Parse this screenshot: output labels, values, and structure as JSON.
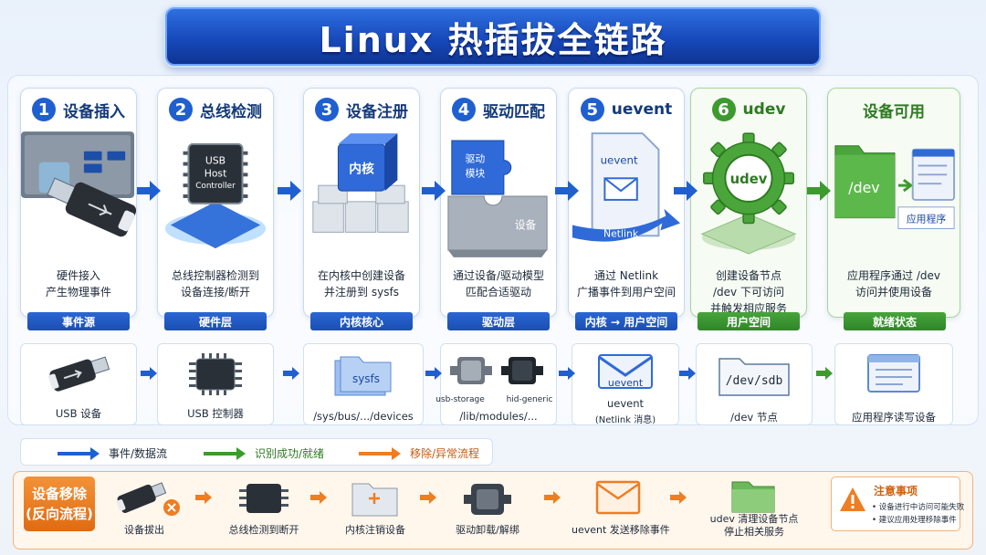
{
  "title": "Linux 热插拔全链路",
  "stages": [
    {
      "num": "1",
      "title": "设备插入",
      "desc": [
        "硬件接入",
        "产生物理事件"
      ],
      "tag": "事件源"
    },
    {
      "num": "2",
      "title": "总线检测",
      "desc": [
        "总线控制器检测到",
        "设备连接/断开"
      ],
      "tag": "硬件层",
      "chip": [
        "USB",
        "Host",
        "Controller"
      ]
    },
    {
      "num": "3",
      "title": "设备注册",
      "desc": [
        "在内核中创建设备",
        "并注册到 sysfs"
      ],
      "tag": "内核核心",
      "cube": "内核"
    },
    {
      "num": "4",
      "title": "驱动匹配",
      "desc": [
        "通过设备/驱动模型",
        "匹配合适驱动"
      ],
      "tag": "驱动层",
      "piece_a": "驱动\n模块",
      "piece_b": "设备"
    },
    {
      "num": "5",
      "title": "uevent",
      "desc": [
        "通过 Netlink",
        "广播事件到用户空间"
      ],
      "tag": "内核 → 用户空间",
      "env": "uevent",
      "arrow": "Netlink"
    },
    {
      "num": "6",
      "title": "udev",
      "desc": [
        "创建设备节点",
        "/dev 下可访问",
        "并触发相应服务"
      ],
      "tag": "用户空间",
      "gear": "udev"
    },
    {
      "num": "",
      "title": "设备可用",
      "desc": [
        "应用程序通过 /dev",
        "访问并使用设备"
      ],
      "tag": "就绪状态",
      "folder": "/dev",
      "app": "应用程序"
    }
  ],
  "components": [
    {
      "label": "USB 设备"
    },
    {
      "label": "USB 控制器"
    },
    {
      "label": "/sys/bus/.../devices",
      "folder": "sysfs"
    },
    {
      "label": "/lib/modules/...",
      "mod_a": "usb-storage",
      "mod_b": "hid-generic"
    },
    {
      "label": "uevent",
      "sub": "(Netlink 消息)",
      "env": "uevent"
    },
    {
      "label": "/dev 节点",
      "folder": "/dev/sdb"
    },
    {
      "label": "应用程序读写设备"
    }
  ],
  "legend": [
    {
      "label": "事件/数据流",
      "color": "#1f5fd0"
    },
    {
      "label": "识别成功/就绪",
      "color": "#3d9a2e"
    },
    {
      "label": "移除/异常流程",
      "color": "#ef7d22"
    }
  ],
  "removal": {
    "title_1": "设备移除",
    "title_2": "(反向流程)",
    "steps": [
      "设备拔出",
      "总线检测到断开",
      "内核注销设备",
      "驱动卸载/解绑",
      "uevent 发送移除事件",
      "udev 清理设备节点",
      "停止相关服务"
    ],
    "notice_title": "注意事项",
    "notice_items": [
      "设备进行中访问可能失败",
      "建议应用处理移除事件"
    ]
  },
  "colors": {
    "blue": "#1f5fd0",
    "green": "#3d9a2e",
    "orange": "#ef7d22"
  }
}
